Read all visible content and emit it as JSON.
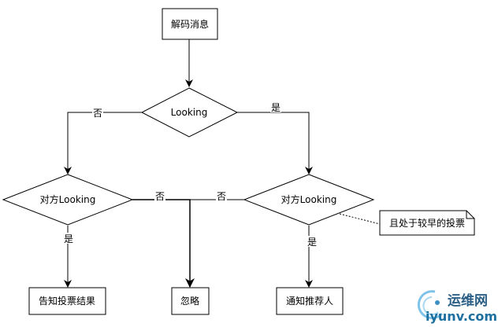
{
  "nodes": {
    "decode": "解码消息",
    "looking": "Looking",
    "peer_left": "对方Looking",
    "peer_right": "对方Looking",
    "note": "且处于较早的投票",
    "notify_result": "告知投票结果",
    "ignore": "忽略",
    "notify_recommender": "通知推荐人"
  },
  "edges": {
    "looking_no": "否",
    "looking_yes": "是",
    "left_yes": "是",
    "left_no": "否",
    "right_no": "否",
    "right_yes": "是"
  },
  "watermark": {
    "cn": "运维网",
    "url": "iyunv.com"
  },
  "colors": {
    "stroke": "#000000",
    "background": "#ffffff",
    "watermark_dark": "#2b5f86",
    "watermark_light": "#1c6f9e"
  }
}
